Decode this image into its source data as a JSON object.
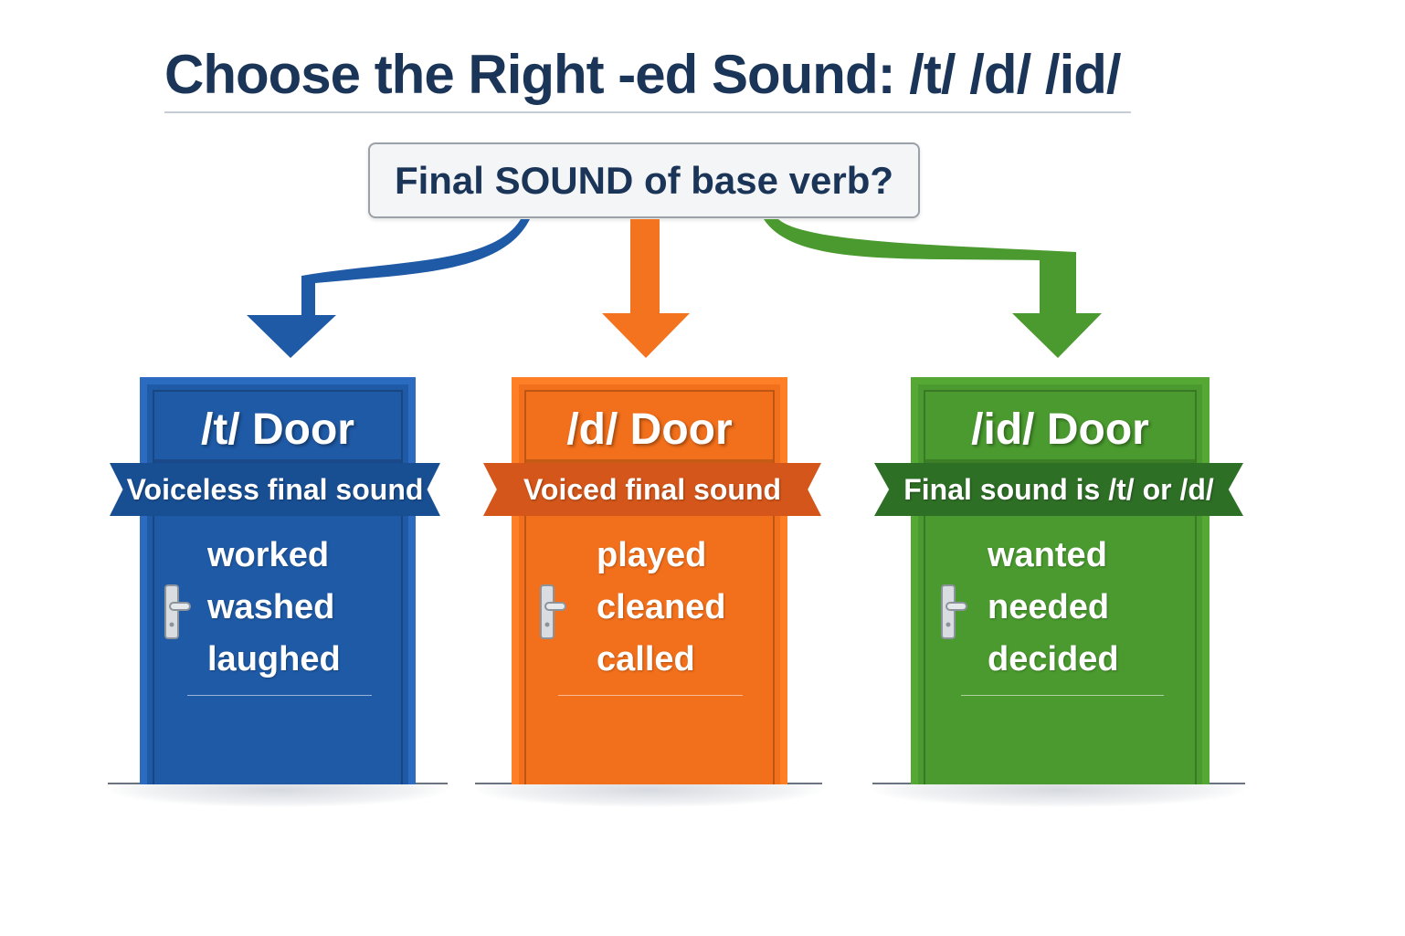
{
  "title": "Choose the Right -ed Sound: /t/ /d/ /id/",
  "question": "Final SOUND of base verb?",
  "doors": [
    {
      "name": "/t/ Door",
      "rule": "Voiceless final sound",
      "words": [
        "worked",
        "washed",
        "laughed"
      ],
      "color": "#1f5aa6",
      "frame_color": "#2b6cc0",
      "ribbon_color": "#184f93"
    },
    {
      "name": "/d/ Door",
      "rule": "Voiced final sound",
      "words": [
        "played",
        "cleaned",
        "called"
      ],
      "color": "#f26f1b",
      "frame_color": "#ff7f26",
      "ribbon_color": "#d4561a"
    },
    {
      "name": "/id/ Door",
      "rule": "Final sound is /t/ or /d/",
      "words": [
        "wanted",
        "needed",
        "decided"
      ],
      "color": "#4a9a2f",
      "frame_color": "#55a834",
      "ribbon_color": "#2e6f26"
    }
  ]
}
